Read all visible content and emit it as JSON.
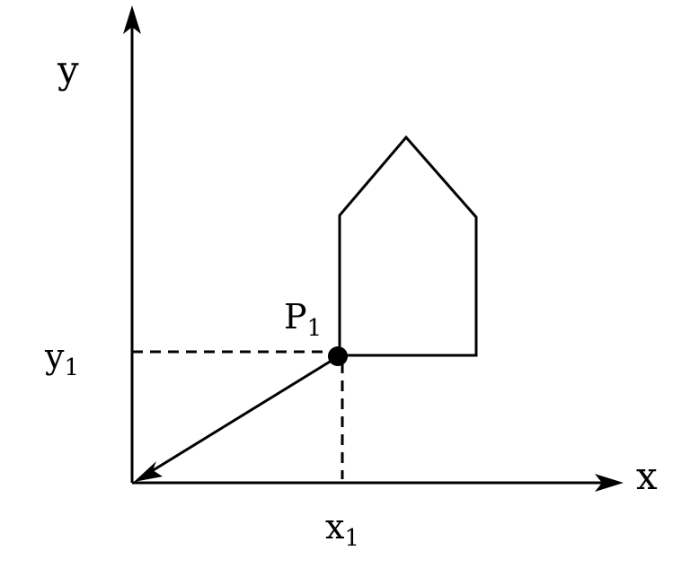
{
  "labels": {
    "y_axis": "y",
    "x_axis": "x",
    "point": {
      "main": "P",
      "sub": "1"
    },
    "y_coord": {
      "main": "y",
      "sub": "1"
    },
    "x_coord": {
      "main": "x",
      "sub": "1"
    }
  },
  "colors": {
    "stroke": "#000000",
    "background": "#ffffff"
  }
}
